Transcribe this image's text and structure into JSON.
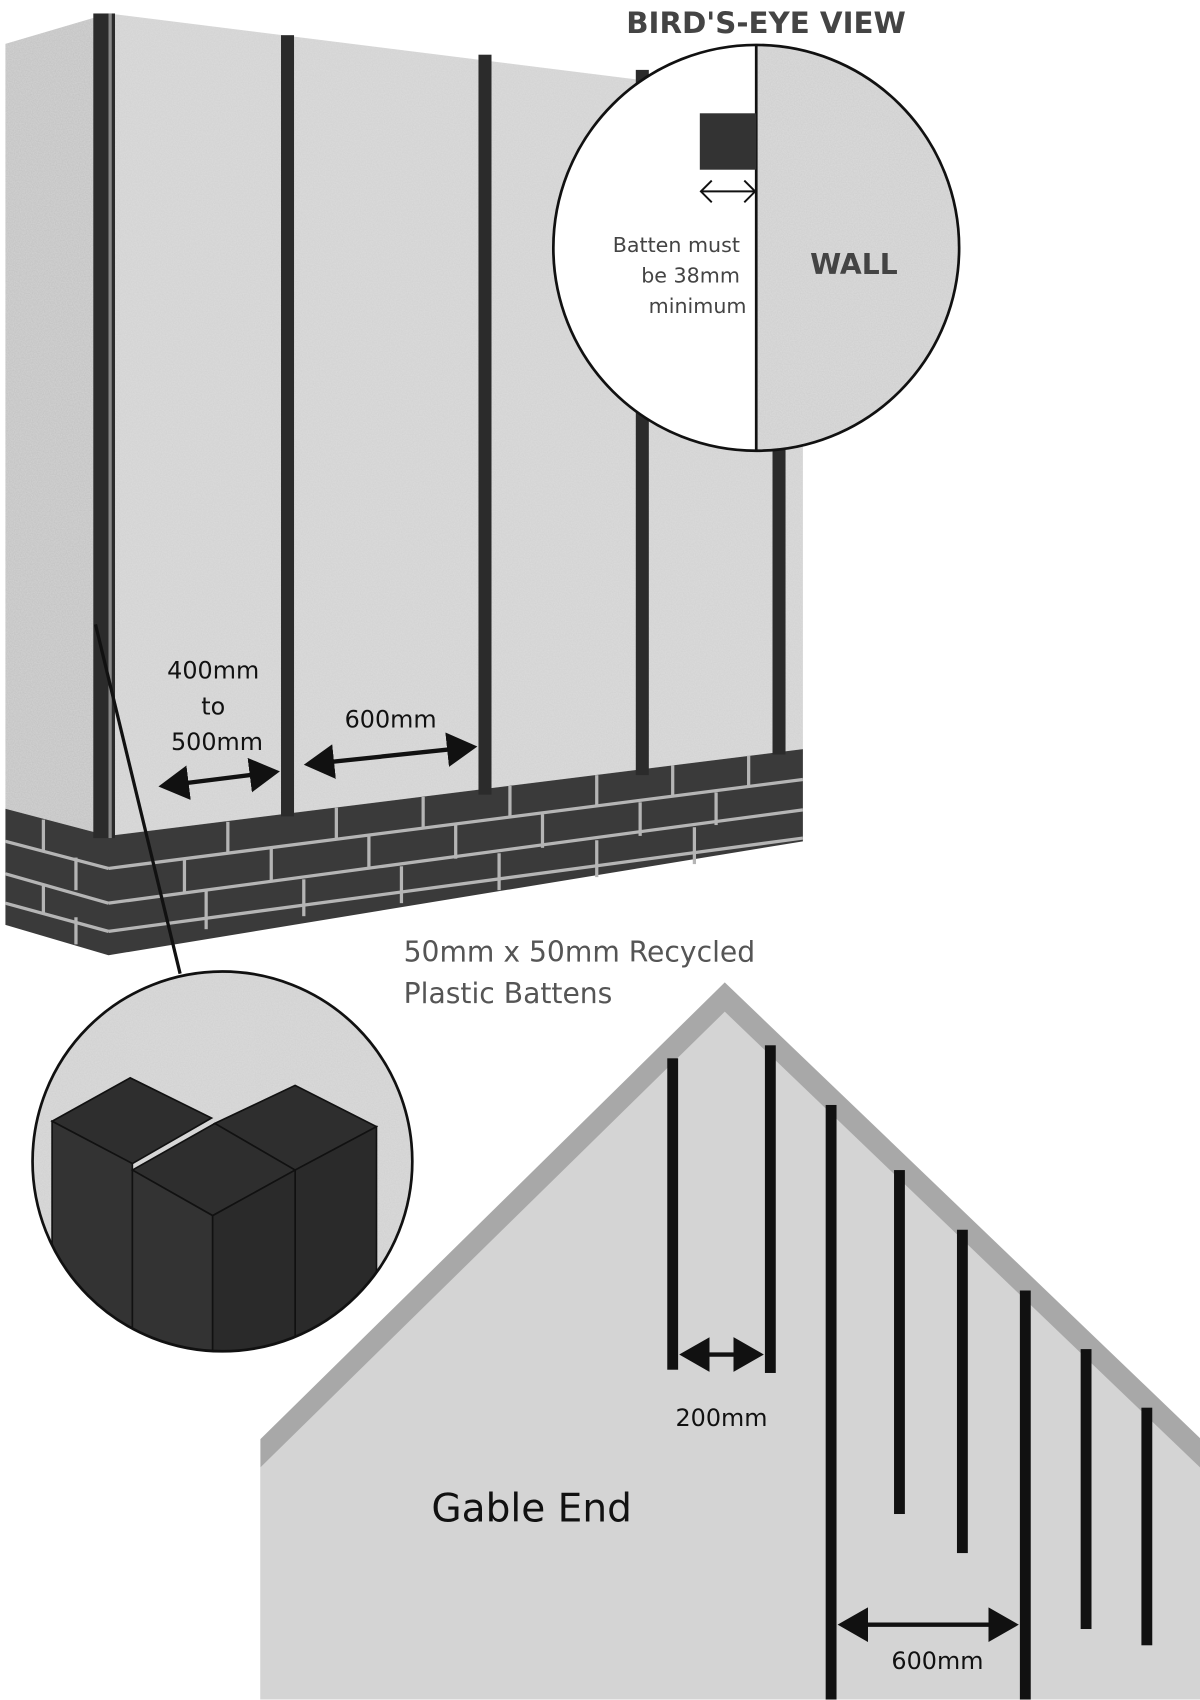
{
  "title": "BIRD'S-EYE VIEW",
  "birds_eye": {
    "note_lines": [
      "Batten must",
      "be 38mm",
      "minimum"
    ],
    "wall_label": "WALL"
  },
  "wall": {
    "spacing_end_lines": [
      "400mm",
      "to",
      "500mm"
    ],
    "spacing_mid": "600mm"
  },
  "batten_caption_lines": [
    "50mm x 50mm Recycled",
    "Plastic Battens"
  ],
  "gable": {
    "label": "Gable End",
    "spacing_small": "200mm",
    "spacing_large": "600mm"
  },
  "colors": {
    "batten": "#2b2b2b",
    "brick": "#3a3a3a",
    "mortar": "#b5b5b5",
    "wall": "#cfcfcf",
    "gable_fill": "#d4d4d4",
    "gable_border": "#a8a8a8",
    "text": "#444444"
  }
}
